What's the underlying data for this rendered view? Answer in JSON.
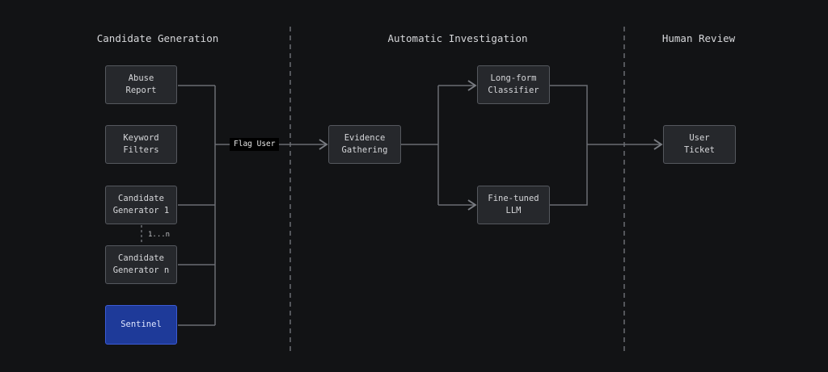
{
  "sections": [
    "Candidate Generation",
    "Automatic Investigation",
    "Human Review"
  ],
  "sources": [
    {
      "lines": [
        "Abuse",
        "Report"
      ]
    },
    {
      "lines": [
        "Keyword",
        "Filters"
      ]
    },
    {
      "lines": [
        "Candidate",
        "Generator 1"
      ]
    },
    {
      "lines": [
        "Candidate",
        "Generator n"
      ]
    },
    {
      "lines": [
        "Sentinel"
      ]
    }
  ],
  "range_label": "1...n",
  "edge_label": "Flag User",
  "evidence": {
    "lines": [
      "Evidence",
      "Gathering"
    ]
  },
  "classifier": {
    "lines": [
      "Long-form",
      "Classifier"
    ]
  },
  "llm": {
    "lines": [
      "Fine-tuned",
      "LLM"
    ]
  },
  "ticket": {
    "lines": [
      "User",
      "Ticket"
    ]
  },
  "colors": {
    "background": "#121315",
    "box": "#26282c",
    "highlight": "#1e3a99",
    "wire": "#6a6d73"
  }
}
